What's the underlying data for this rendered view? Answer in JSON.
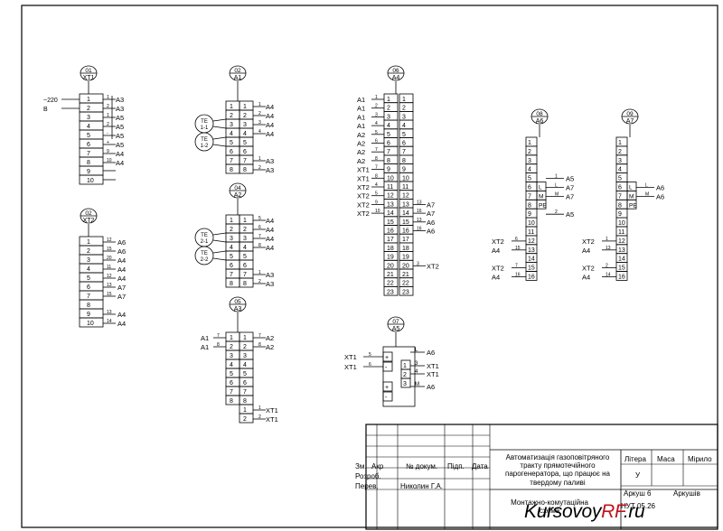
{
  "blocks": [
    {
      "num": "01",
      "code": "XT1",
      "rows": [
        "1",
        "2",
        "3",
        "4",
        "5",
        "6",
        "7",
        "8",
        "9",
        "10"
      ],
      "right": [
        {
          "r": 1,
          "n": "1",
          "t": "A3"
        },
        {
          "r": 2,
          "n": "2",
          "t": "A3"
        },
        {
          "r": 3,
          "n": "1",
          "t": "A5"
        },
        {
          "r": 4,
          "n": "2",
          "t": "A5"
        },
        {
          "r": 5,
          "n": "-",
          "t": "A5"
        },
        {
          "r": 6,
          "n": "+",
          "t": "A5"
        },
        {
          "r": 7,
          "n": "9",
          "t": "A4"
        },
        {
          "r": 8,
          "n": "10",
          "t": "A4"
        }
      ],
      "left": [
        {
          "r": 1,
          "n": "",
          "t": "~220"
        },
        {
          "r": 2,
          "n": "",
          "t": "B"
        }
      ]
    },
    {
      "num": "02",
      "code": "XT2",
      "rows": [
        "1",
        "2",
        "3",
        "4",
        "5",
        "6",
        "7",
        "8",
        "9",
        "10"
      ],
      "right": [
        {
          "r": 1,
          "n": "12",
          "t": "A6"
        },
        {
          "r": 2,
          "n": "15",
          "t": "A6"
        },
        {
          "r": 3,
          "n": "20",
          "t": "A4"
        },
        {
          "r": 4,
          "n": "11",
          "t": "A4"
        },
        {
          "r": 5,
          "n": "12",
          "t": "A4"
        },
        {
          "r": 6,
          "n": "13",
          "t": "A7"
        },
        {
          "r": 7,
          "n": "15",
          "t": "A7"
        },
        {
          "r": 8,
          "n": "",
          "t": ""
        },
        {
          "r": 9,
          "n": "13",
          "t": "A4"
        },
        {
          "r": 10,
          "n": "14",
          "t": "A4"
        }
      ],
      "left": []
    },
    {
      "num": "02",
      "code": "A1",
      "rows": [
        "1",
        "2",
        "3",
        "4",
        "5",
        "6",
        "7",
        "8"
      ],
      "inner": [
        "1",
        "2",
        "3",
        "4",
        "5",
        "6",
        "7",
        "8"
      ],
      "right": [
        {
          "r": 1,
          "n": "1",
          "t": "A4"
        },
        {
          "r": 2,
          "n": "2",
          "t": "A4"
        },
        {
          "r": 3,
          "n": "3",
          "t": "A4"
        },
        {
          "r": 4,
          "n": "4",
          "t": "A4"
        },
        {
          "r": 7,
          "n": "1",
          "t": "A3"
        },
        {
          "r": 8,
          "n": "2",
          "t": "A3"
        }
      ],
      "sensors": [
        "TE 1-1",
        "TE 1-2"
      ]
    },
    {
      "num": "04",
      "code": "A2",
      "rows": [
        "1",
        "2",
        "3",
        "4",
        "5",
        "6",
        "7",
        "8"
      ],
      "inner": [
        "1",
        "2",
        "3",
        "4",
        "5",
        "6",
        "7",
        "8"
      ],
      "right": [
        {
          "r": 1,
          "n": "5",
          "t": "A4"
        },
        {
          "r": 2,
          "n": "6",
          "t": "A4"
        },
        {
          "r": 3,
          "n": "7",
          "t": "A4"
        },
        {
          "r": 4,
          "n": "8",
          "t": "A4"
        },
        {
          "r": 7,
          "n": "1",
          "t": "A3"
        },
        {
          "r": 8,
          "n": "2",
          "t": "A3"
        }
      ],
      "sensors": [
        "TE 2-1",
        "TE 2-2"
      ]
    },
    {
      "num": "05",
      "code": "A3",
      "rows": [
        "1",
        "2",
        "3",
        "4",
        "5",
        "6",
        "7",
        "8"
      ],
      "inner": [
        "1",
        "2",
        "3",
        "4",
        "5",
        "6",
        "7",
        "8",
        "1",
        "2"
      ],
      "right": [
        {
          "r": 1,
          "n": "7",
          "t": "A2"
        },
        {
          "r": 2,
          "n": "8",
          "t": "A2"
        },
        {
          "r": 9,
          "n": "1",
          "t": "XT1"
        },
        {
          "r": 10,
          "n": "2",
          "t": "XT1"
        }
      ],
      "left": [
        {
          "r": 1,
          "n": "7",
          "t": "A1"
        },
        {
          "r": 2,
          "n": "8",
          "t": "A1"
        }
      ]
    },
    {
      "num": "06",
      "code": "A4",
      "rows": [
        "1",
        "2",
        "3",
        "4",
        "5",
        "6",
        "7",
        "8",
        "9",
        "10",
        "11",
        "12",
        "13",
        "14",
        "15",
        "16",
        "17",
        "18",
        "19",
        "20",
        "21",
        "22",
        "23"
      ],
      "inner": [
        "1",
        "2",
        "3",
        "4",
        "5",
        "6",
        "7",
        "8",
        "9",
        "10",
        "11",
        "12",
        "13",
        "14",
        "15",
        "16",
        "17",
        "18",
        "19",
        "20",
        "21",
        "22",
        "23"
      ],
      "left": [
        {
          "r": 1,
          "n": "1",
          "t": "A1"
        },
        {
          "r": 2,
          "n": "2",
          "t": "A1"
        },
        {
          "r": 3,
          "n": "3",
          "t": "A1"
        },
        {
          "r": 4,
          "n": "4",
          "t": "A1"
        },
        {
          "r": 5,
          "n": "5",
          "t": "A2"
        },
        {
          "r": 6,
          "n": "6",
          "t": "A2"
        },
        {
          "r": 7,
          "n": "7",
          "t": "A2"
        },
        {
          "r": 8,
          "n": "8",
          "t": "A2"
        },
        {
          "r": 9,
          "n": "7",
          "t": "XT1"
        },
        {
          "r": 10,
          "n": "8",
          "t": "XT1"
        },
        {
          "r": 11,
          "n": "4",
          "t": "XT2"
        },
        {
          "r": 12,
          "n": "5",
          "t": "XT2"
        },
        {
          "r": 13,
          "n": "9",
          "t": "XT2"
        },
        {
          "r": 14,
          "n": "10",
          "t": "XT2"
        }
      ],
      "right": [
        {
          "r": 13,
          "n": "13",
          "t": "A7"
        },
        {
          "r": 14,
          "n": "16",
          "t": "A7"
        },
        {
          "r": 15,
          "n": "13",
          "t": "A6"
        },
        {
          "r": 16,
          "n": "16",
          "t": "A6"
        },
        {
          "r": 20,
          "n": "3",
          "t": "XT2"
        }
      ]
    },
    {
      "num": "07",
      "code": "A5",
      "rows": [
        "+",
        "-",
        "",
        "+",
        "-"
      ],
      "inner": [
        "1",
        "2",
        "3"
      ],
      "left": [
        {
          "r": 1,
          "n": "5",
          "t": "XT1"
        },
        {
          "r": 2,
          "n": "6",
          "t": "XT1"
        }
      ],
      "right": [
        {
          "r": 0,
          "n": "L",
          "t": "A6"
        },
        {
          "r": 1,
          "n": "3",
          "t": "XT1"
        },
        {
          "r": 2,
          "n": "4",
          "t": "XT1"
        },
        {
          "r": 3,
          "n": "M",
          "t": "A6"
        }
      ]
    },
    {
      "num": "08",
      "code": "A6",
      "rows": [
        "1",
        "2",
        "3",
        "4",
        "5",
        "6",
        "7",
        "8",
        "9",
        "10",
        "11",
        "12",
        "13",
        "14",
        "15",
        "16"
      ],
      "tags": [
        "L",
        "M",
        "PE"
      ],
      "right": [
        {
          "r": 5,
          "n": "1",
          "t": "A5"
        },
        {
          "r": 6,
          "n": "L",
          "t": "A7"
        },
        {
          "r": 7,
          "n": "M",
          "t": "A7"
        },
        {
          "r": 9,
          "n": "2",
          "t": "A5"
        }
      ],
      "left": [
        {
          "r": 12,
          "n": "6",
          "t": "XT2"
        },
        {
          "r": 13,
          "n": "15",
          "t": "A4"
        },
        {
          "r": 15,
          "n": "7",
          "t": "XT2"
        },
        {
          "r": 16,
          "n": "16",
          "t": "A4"
        }
      ]
    },
    {
      "num": "09",
      "code": "A7",
      "rows": [
        "1",
        "2",
        "3",
        "4",
        "5",
        "6",
        "7",
        "8",
        "9",
        "10",
        "11",
        "12",
        "13",
        "14",
        "15",
        "16"
      ],
      "tags": [
        "L",
        "M",
        "PE"
      ],
      "right": [
        {
          "r": 6,
          "n": "L",
          "t": "A6"
        },
        {
          "r": 7,
          "n": "M",
          "t": "A6"
        }
      ],
      "left": [
        {
          "r": 12,
          "n": "1",
          "t": "XT2"
        },
        {
          "r": 13,
          "n": "13",
          "t": "A4"
        },
        {
          "r": 15,
          "n": "2",
          "t": "XT2"
        },
        {
          "r": 16,
          "n": "14",
          "t": "A4"
        }
      ]
    }
  ],
  "stamp": {
    "title": "Автоматизація газоповітряного тракту прямотечійного парогенератора, що працює на твердому паливі",
    "sheet_name": "Монтажно-комутаційна схема",
    "code": "НУТ 05.26",
    "col_headers": [
      "Зм.",
      "Акр",
      "№ докум.",
      "Підп.",
      "Дата"
    ],
    "roles": [
      "Розроб.",
      "Перев."
    ],
    "checker": "Николин Г.А.",
    "litera_label": "Літера",
    "mass_label": "Маса",
    "scale_label": "Мірило",
    "litera_value": "У",
    "sheet_label": "Аркуш 6",
    "sheets_label": "Аркушів"
  },
  "watermark": {
    "part1": "Kursovoy",
    "part2": "RF",
    "part3": ".ru",
    "accent": "#c0141c"
  }
}
